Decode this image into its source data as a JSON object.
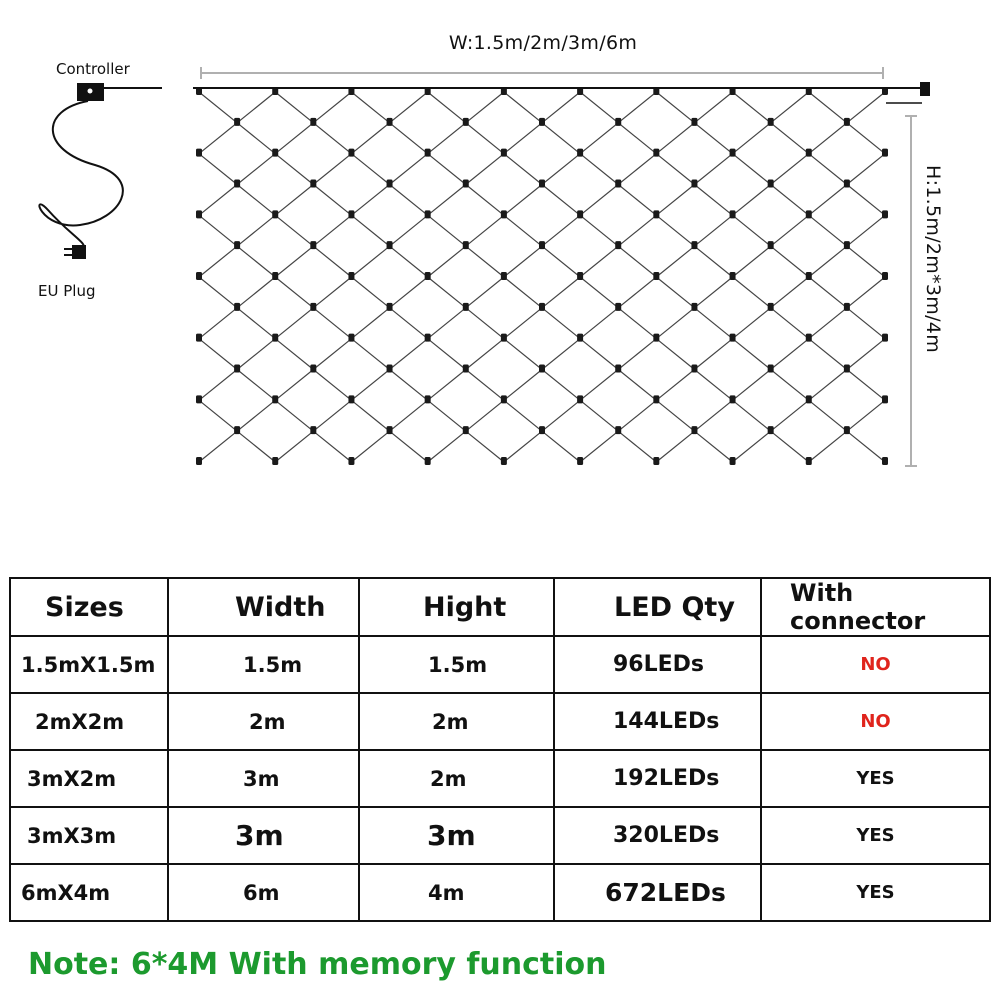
{
  "diagram": {
    "width_label": "W:1.5m/2m/3m/6m",
    "height_label": "H:1.5m/2m*3m/4m",
    "controller_label": "Controller",
    "plug_label": "EU Plug"
  },
  "table": {
    "headers": [
      "Sizes",
      "Width",
      "Hight",
      "LED Qty",
      "With connector"
    ],
    "rows": [
      {
        "size": "1.5mX1.5m",
        "width": "1.5m",
        "height": "1.5m",
        "led": "96LEDs",
        "connector": "NO"
      },
      {
        "size": "2mX2m",
        "width": "2m",
        "height": "2m",
        "led": "144LEDs",
        "connector": "NO"
      },
      {
        "size": "3mX2m",
        "width": "3m",
        "height": "2m",
        "led": "192LEDs",
        "connector": "YES"
      },
      {
        "size": "3mX3m",
        "width": "3m",
        "height": "3m",
        "led": "320LEDs",
        "connector": "YES"
      },
      {
        "size": "6mX4m",
        "width": "6m",
        "height": "4m",
        "led": "672LEDs",
        "connector": "YES"
      }
    ]
  },
  "note": "Note: 6*4M With memory function",
  "colors": {
    "no": "#e0241c",
    "yes": "#111111",
    "note": "#1c9a2e",
    "net_line": "#444444",
    "led": "#1a1a1a",
    "dimension_line": "#b0b0b0"
  }
}
